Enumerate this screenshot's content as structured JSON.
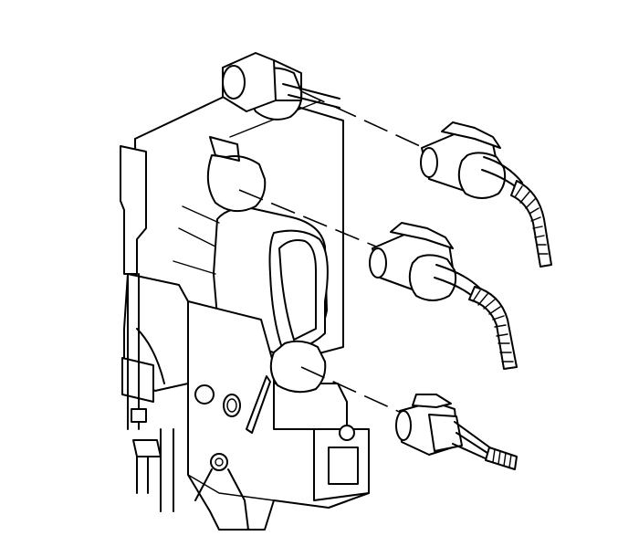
{
  "diagram": {
    "background": "#ffffff",
    "line_color": "#000000",
    "parts": [
      {
        "id": "lower-connector-housing",
        "icon": "connector-housing"
      },
      {
        "id": "upper-connector-housing",
        "icon": "connector-housing"
      },
      {
        "id": "mid-connector-housing",
        "icon": "connector-housing"
      },
      {
        "id": "bottom-connector-housing",
        "icon": "connector-housing"
      },
      {
        "id": "wire-harness-conduit-upper",
        "icon": "corrugated-conduit"
      },
      {
        "id": "wire-harness-conduit-mid",
        "icon": "corrugated-conduit"
      },
      {
        "id": "wire-harness-conduit-bottom",
        "icon": "corrugated-conduit"
      }
    ]
  }
}
